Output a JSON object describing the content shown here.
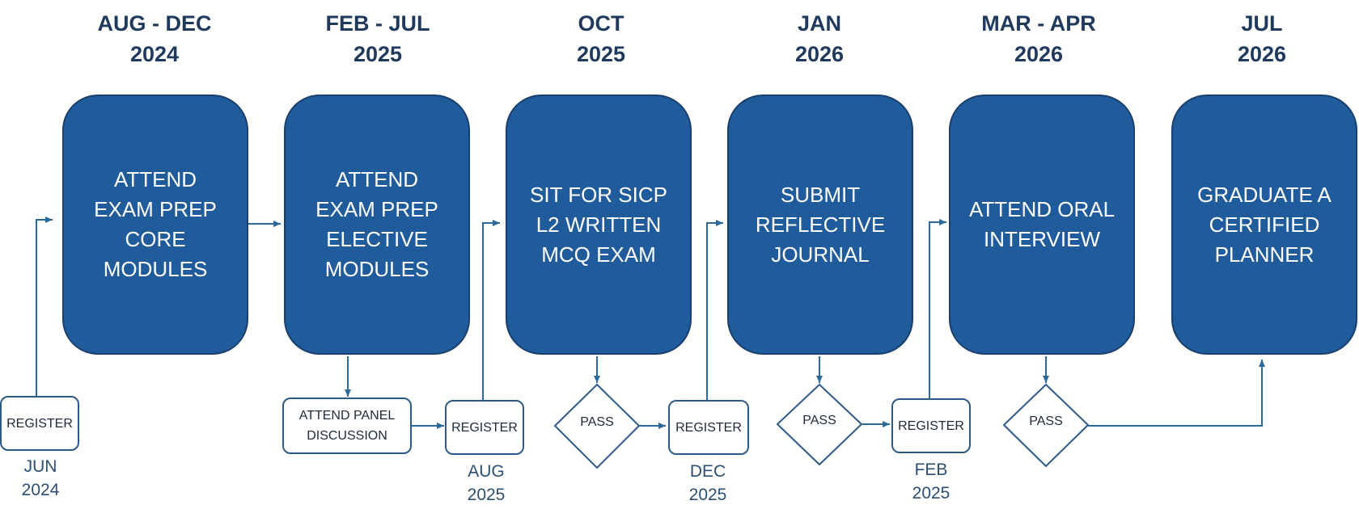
{
  "phases": [
    {
      "period": "AUG - DEC",
      "year": "2024",
      "step": "ATTEND\nEXAM PREP\nCORE\nMODULES"
    },
    {
      "period": "FEB - JUL",
      "year": "2025",
      "step": "ATTEND\nEXAM PREP\nELECTIVE\nMODULES"
    },
    {
      "period": "OCT",
      "year": "2025",
      "step": "SIT FOR SICP\nL2 WRITTEN\nMCQ EXAM"
    },
    {
      "period": "JAN",
      "year": "2026",
      "step": "SUBMIT\nREFLECTIVE\nJOURNAL"
    },
    {
      "period": "MAR - APR",
      "year": "2026",
      "step": "ATTEND ORAL\nINTERVIEW"
    },
    {
      "period": "JUL",
      "year": "2026",
      "step": "GRADUATE A\nCERTIFIED\nPLANNER"
    }
  ],
  "sub_steps": {
    "register_1": "REGISTER",
    "panel_discussion": "ATTEND PANEL\nDISCUSSION",
    "register_2": "REGISTER",
    "pass_1": "PASS",
    "register_3": "REGISTER",
    "pass_2": "PASS",
    "register_4": "REGISTER",
    "pass_3": "PASS"
  },
  "register_dates": [
    {
      "month": "JUN",
      "year": "2024"
    },
    {
      "month": "AUG",
      "year": "2025"
    },
    {
      "month": "DEC",
      "year": "2025"
    },
    {
      "month": "FEB",
      "year": "2025"
    }
  ],
  "colors": {
    "stage_fill": "#205c9b",
    "stage_border": "#183f6e",
    "connector": "#2c6a9c",
    "heading_text": "#1f3a5c"
  }
}
